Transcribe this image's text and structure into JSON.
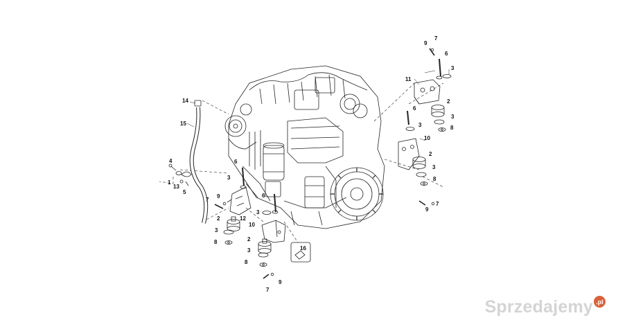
{
  "diagram": {
    "callouts": [
      "1",
      "2",
      "3",
      "4",
      "5",
      "6",
      "7",
      "8",
      "9",
      "10",
      "11",
      "12",
      "13",
      "14",
      "15",
      "16"
    ]
  },
  "watermark": {
    "text": "Sprzedajemy",
    "suffix": ".pl"
  }
}
